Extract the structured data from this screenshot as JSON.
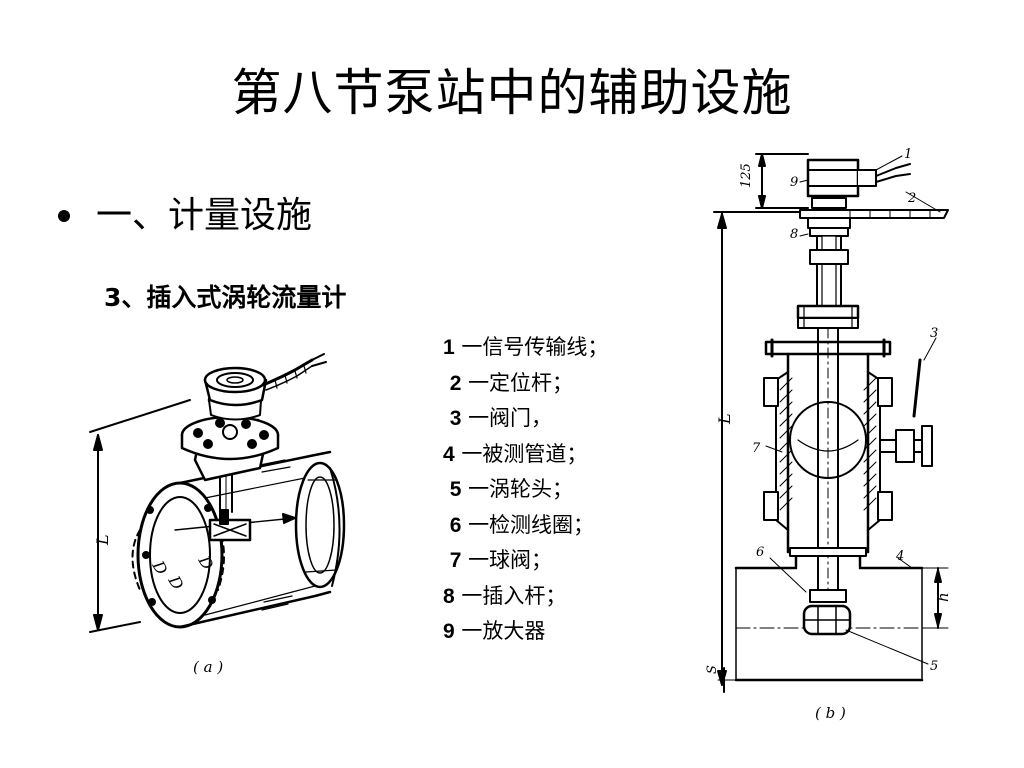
{
  "slide": {
    "title": "第八节泵站中的辅助设施",
    "bullet": "一、计量设施",
    "subheading": "3、插入式涡轮流量计"
  },
  "parts": [
    {
      "indent": "",
      "num": "1",
      "label": "一信号传输线；"
    },
    {
      "indent": " ",
      "num": "2",
      "label": "一定位杆；"
    },
    {
      "indent": " ",
      "num": "3",
      "label": "一阀门，"
    },
    {
      "indent": "",
      "num": "4",
      "label": "一被测管道；"
    },
    {
      "indent": " ",
      "num": "5",
      "label": "一涡轮头；"
    },
    {
      "indent": " ",
      "num": "6",
      "label": "一检测线圈；"
    },
    {
      "indent": " ",
      "num": "7",
      "label": "一球阀；"
    },
    {
      "indent": "",
      "num": "8",
      "label": "一插入杆；"
    },
    {
      "indent": "",
      "num": "9",
      "label": "一放大器"
    }
  ],
  "figure_a": {
    "caption": "( a )",
    "dim_label": "L",
    "d_labels": [
      "D",
      "D",
      "D"
    ]
  },
  "figure_b": {
    "caption": "( b )",
    "dim_top": "125",
    "dim_L": "L",
    "dim_h": "h",
    "dim_s": "S",
    "callouts": [
      "1",
      "2",
      "3",
      "4",
      "5",
      "6",
      "7",
      "8",
      "9"
    ]
  }
}
